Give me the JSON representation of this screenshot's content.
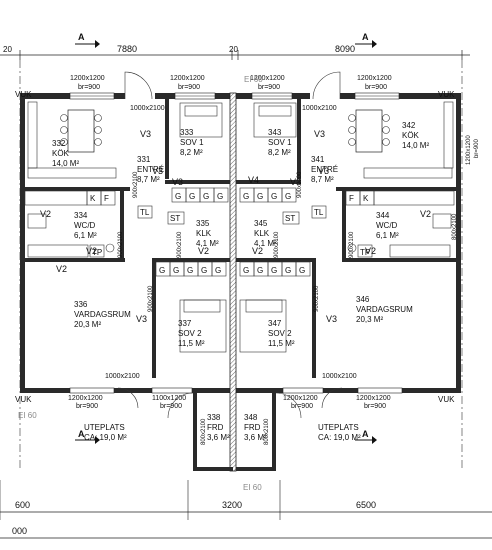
{
  "dimensions": {
    "top_left": "7880",
    "top_right": "8090",
    "top_gap_left": "20",
    "top_gap_mid": "20",
    "bottom_left": "600",
    "bottom_mid": "3200",
    "bottom_right": "6500",
    "bottom_total": "000"
  },
  "section_marker": "A",
  "fire_labels": {
    "ei60": "EI 60"
  },
  "wall_labels": {
    "vuk": "VUK"
  },
  "windows": {
    "w1200": "1200x1200",
    "br900": "br=900",
    "w1100": "1100x1200",
    "w900x2100": "900x2100",
    "w1000x2100": "1000x2100",
    "w800x2100": "800x2100"
  },
  "rooms_left": [
    {
      "num": "332",
      "name": "KÖK",
      "area": "14,0 M²"
    },
    {
      "num": "333",
      "name": "SOV 1",
      "area": "8,2 M²"
    },
    {
      "num": "331",
      "name": "ENTRÉ",
      "area": "8,7 M²"
    },
    {
      "num": "334",
      "name": "WC/D",
      "area": "6,1 M²"
    },
    {
      "num": "335",
      "name": "KLK",
      "area": "4,1 M²"
    },
    {
      "num": "336",
      "name": "VARDAGSRUM",
      "area": "20,3 M²"
    },
    {
      "num": "337",
      "name": "SOV 2",
      "area": "11,5 M²"
    },
    {
      "num": "338",
      "name": "FRD",
      "area": "3,6 M²"
    }
  ],
  "rooms_right": [
    {
      "num": "342",
      "name": "KÖK",
      "area": "14,0 M²"
    },
    {
      "num": "343",
      "name": "SOV 1",
      "area": "8,2 M²"
    },
    {
      "num": "341",
      "name": "ENTRÉ",
      "area": "8,7 M²"
    },
    {
      "num": "344",
      "name": "WC/D",
      "area": "6,1 M²"
    },
    {
      "num": "345",
      "name": "KLK",
      "area": "4,1 M²"
    },
    {
      "num": "346",
      "name": "VARDAGSRUM",
      "area": "20,3 M²"
    },
    {
      "num": "347",
      "name": "SOV 2",
      "area": "11,5 M²"
    },
    {
      "num": "348",
      "name": "FRD",
      "area": "3,6 M²"
    }
  ],
  "terraces": [
    {
      "name": "UTEPLATS",
      "area": "CA: 19,0 M²"
    },
    {
      "name": "UTEPLATS",
      "area": "CA: 19,0 M²"
    }
  ],
  "wall_types": {
    "v2": "V2",
    "v3": "V3",
    "v4": "V4"
  },
  "fixtures": {
    "k": "K",
    "f": "F",
    "g": "G",
    "st": "ST",
    "tl": "TL",
    "tp": "TP"
  },
  "colors": {
    "wall": "#2a2a2a",
    "line": "#222222",
    "grey_text": "#8a8a8a"
  }
}
